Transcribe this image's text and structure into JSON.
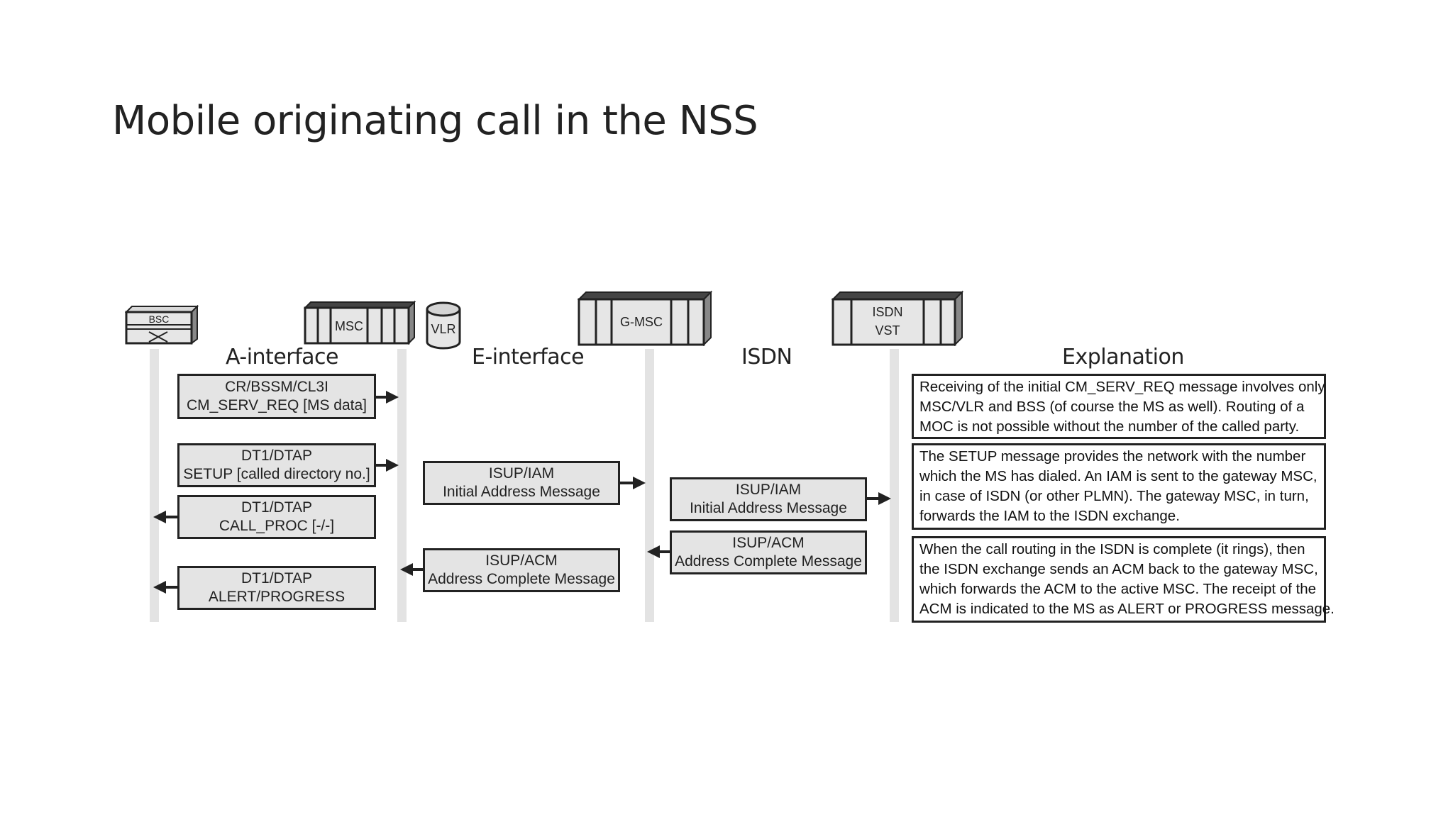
{
  "title": "Mobile originating call in the NSS",
  "nodes": {
    "bsc": "BSC",
    "msc": "MSC",
    "vlr": "VLR",
    "gmsc": "G-MSC",
    "isdn_vst_line1": "ISDN",
    "isdn_vst_line2": "VST"
  },
  "columns": {
    "a_interface": "A-interface",
    "e_interface": "E-interface",
    "isdn": "ISDN",
    "explanation": "Explanation"
  },
  "messages": {
    "cm_serv_req": {
      "line1": "CR/BSSM/CL3I",
      "line2": "CM_SERV_REQ [MS data]"
    },
    "setup": {
      "line1": "DT1/DTAP",
      "line2": "SETUP [called directory no.]"
    },
    "call_proc": {
      "line1": "DT1/DTAP",
      "line2": "CALL_PROC [-/-]"
    },
    "alert": {
      "line1": "DT1/DTAP",
      "line2": "ALERT/PROGRESS"
    },
    "iam_e": {
      "line1": "ISUP/IAM",
      "line2": "Initial Address Message"
    },
    "acm_e": {
      "line1": "ISUP/ACM",
      "line2": "Address Complete Message"
    },
    "iam_isdn": {
      "line1": "ISUP/IAM",
      "line2": "Initial Address Message"
    },
    "acm_isdn": {
      "line1": "ISUP/ACM",
      "line2": "Address Complete Message"
    }
  },
  "explanations": {
    "box1": [
      "Receiving of the initial CM_SERV_REQ message involves only",
      "MSC/VLR and BSS (of course the MS as well). Routing of a",
      "MOC is not possible without the number of the called party."
    ],
    "box2": [
      "The SETUP message provides the network with the number",
      "which the MS has dialed. An IAM is sent to the gateway MSC,",
      "in case of ISDN (or other PLMN). The gateway MSC, in turn,",
      "forwards the IAM to the ISDN exchange."
    ],
    "box3": [
      "When the call routing in the ISDN is complete (it rings), then",
      "the ISDN exchange sends an ACM back to the gateway MSC,",
      "which forwards the ACM to the active MSC. The receipt of the",
      "ACM is indicated to the MS as ALERT or PROGRESS message."
    ]
  }
}
